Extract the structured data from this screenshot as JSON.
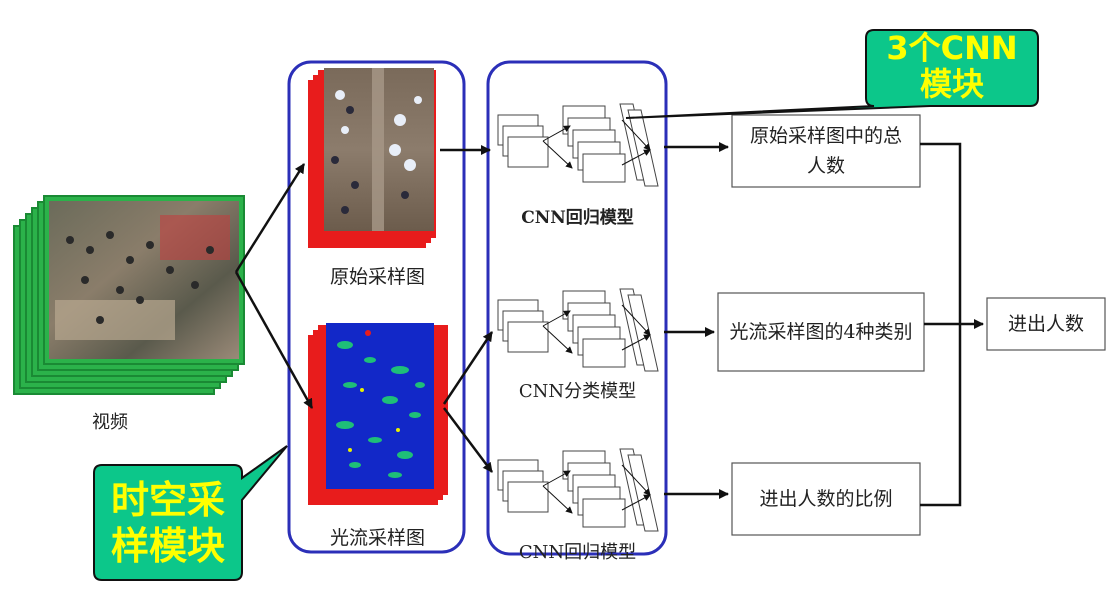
{
  "labels": {
    "video": "视频",
    "original_sample": "原始采样图",
    "optical_flow_sample": "光流采样图",
    "cnn_regression_top": "CNN回归模型",
    "cnn_classification": "CNN分类模型",
    "cnn_regression_bottom": "CNN回归模型"
  },
  "output_boxes": {
    "total_count": "原始采样图中的总人数",
    "flow_classes": "光流采样图的4种类别",
    "in_out_ratio": "进出人数的比例",
    "in_out_count": "进出人数"
  },
  "callouts": {
    "cnn_modules_line1": "3个CNN",
    "cnn_modules_line2": "模块",
    "sampling_module_line1": "时空采",
    "sampling_module_line2": "样模块"
  },
  "colors": {
    "callout_fill": "#0cc78a",
    "callout_text": "#ffff00",
    "group_border": "#2b2fb8",
    "video_frame": "#2bb24a",
    "sample_frame": "#e81c1c",
    "flow_field": "#1228c8"
  }
}
